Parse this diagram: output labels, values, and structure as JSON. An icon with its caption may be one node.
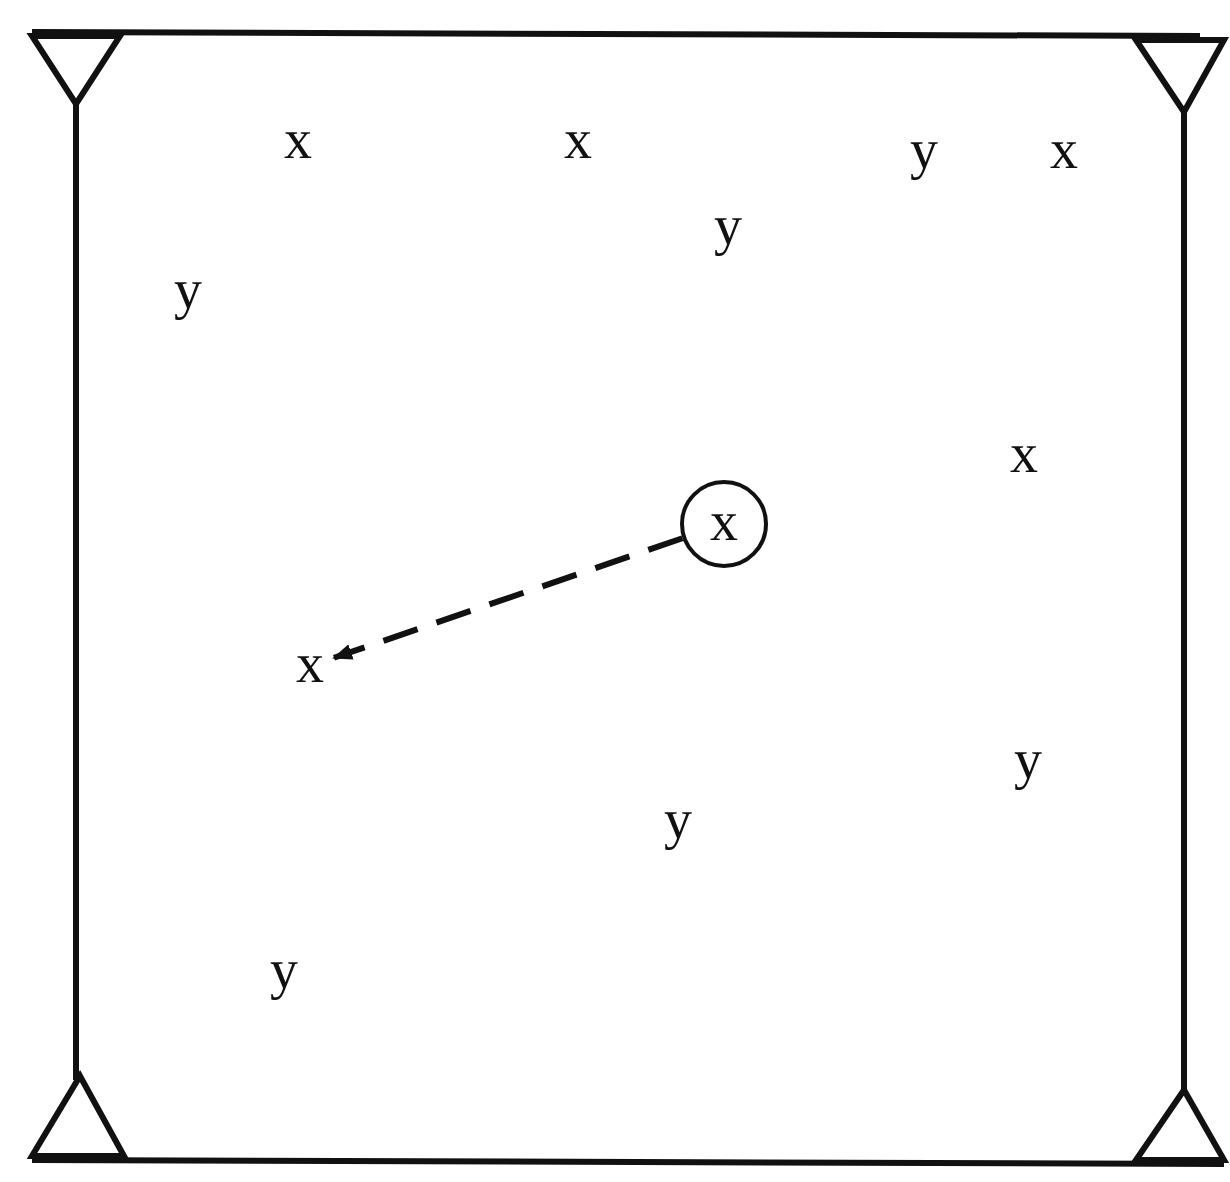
{
  "diagram": {
    "nodes": [
      {
        "text": [
          "x"
        ]
      },
      {
        "text": [
          "x"
        ]
      }
    ],
    "edges": [
      {
        "from": 0,
        "to": 1,
        "arrow": "to",
        "style": "dashed"
      }
    ],
    "labels": [
      "x",
      "x",
      "y",
      "x",
      "y",
      "y",
      "x",
      "y",
      "y",
      "y"
    ]
  }
}
